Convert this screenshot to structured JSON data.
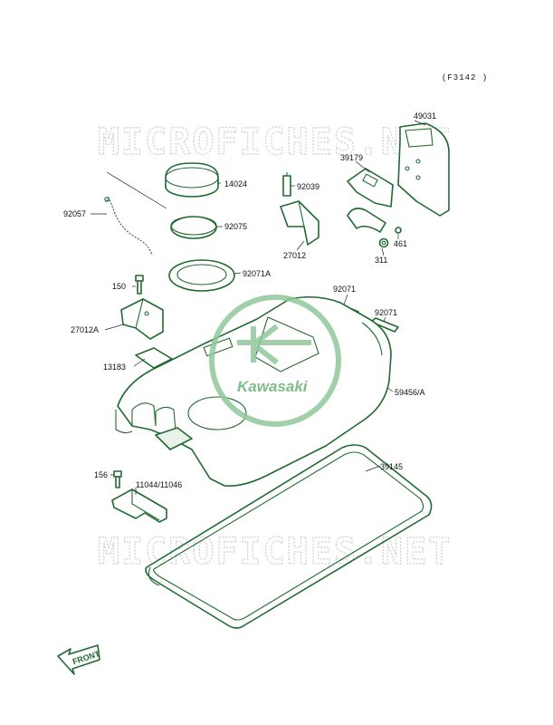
{
  "figure_code": "(F3142 )",
  "watermark": "MICROFICHES.NET",
  "logo_text": "Kawasaki",
  "front_label": "FRONT",
  "parts": {
    "p49031": "49031",
    "p39179": "39179",
    "p14024": "14024",
    "p92039": "92039",
    "p92057": "92057",
    "p92075": "92075",
    "p27012": "27012",
    "p461": "461",
    "p311": "311",
    "p92071A": "92071A",
    "p150": "150",
    "p92071a": "92071",
    "p92071b": "92071",
    "p27012A": "27012A",
    "p13183": "13183",
    "p59456A": "59456/A",
    "p39145": "39145",
    "p156": "156",
    "p11044": "11044/11046"
  }
}
